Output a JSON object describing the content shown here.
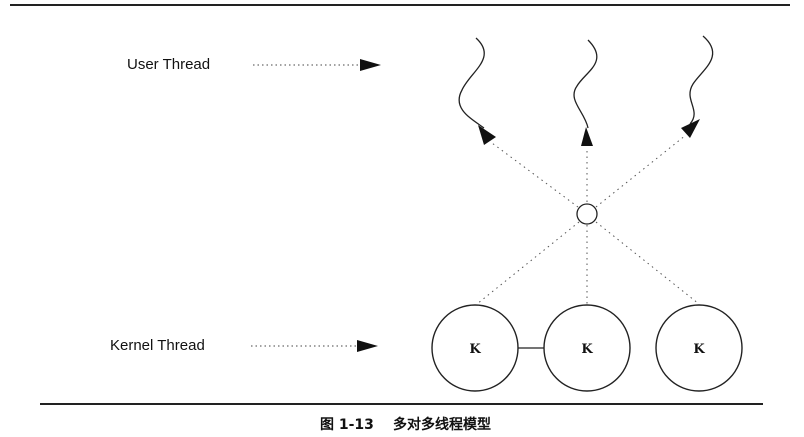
{
  "labels": {
    "user_thread": "User Thread",
    "kernel_thread": "Kernel Thread"
  },
  "kernel_threads": [
    {
      "label": "K"
    },
    {
      "label": "K"
    },
    {
      "label": "K"
    }
  ],
  "user_thread_count": 3,
  "caption": {
    "figure_number": "图 1-13",
    "title": "多对多线程模型"
  }
}
